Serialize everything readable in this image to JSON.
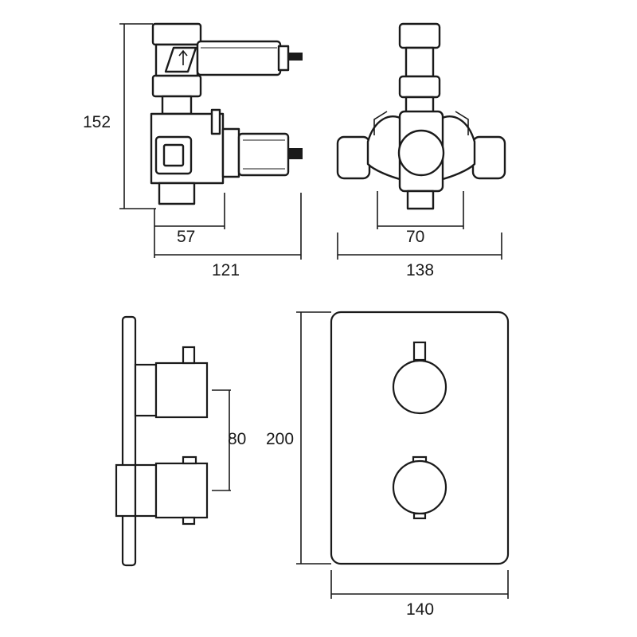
{
  "dimensions": {
    "valve_height": "152",
    "valve_depth_small": "57",
    "valve_depth": "121",
    "valve_centres": "70",
    "valve_width": "138",
    "control_spacing": "80",
    "plate_height": "200",
    "plate_width": "140"
  }
}
